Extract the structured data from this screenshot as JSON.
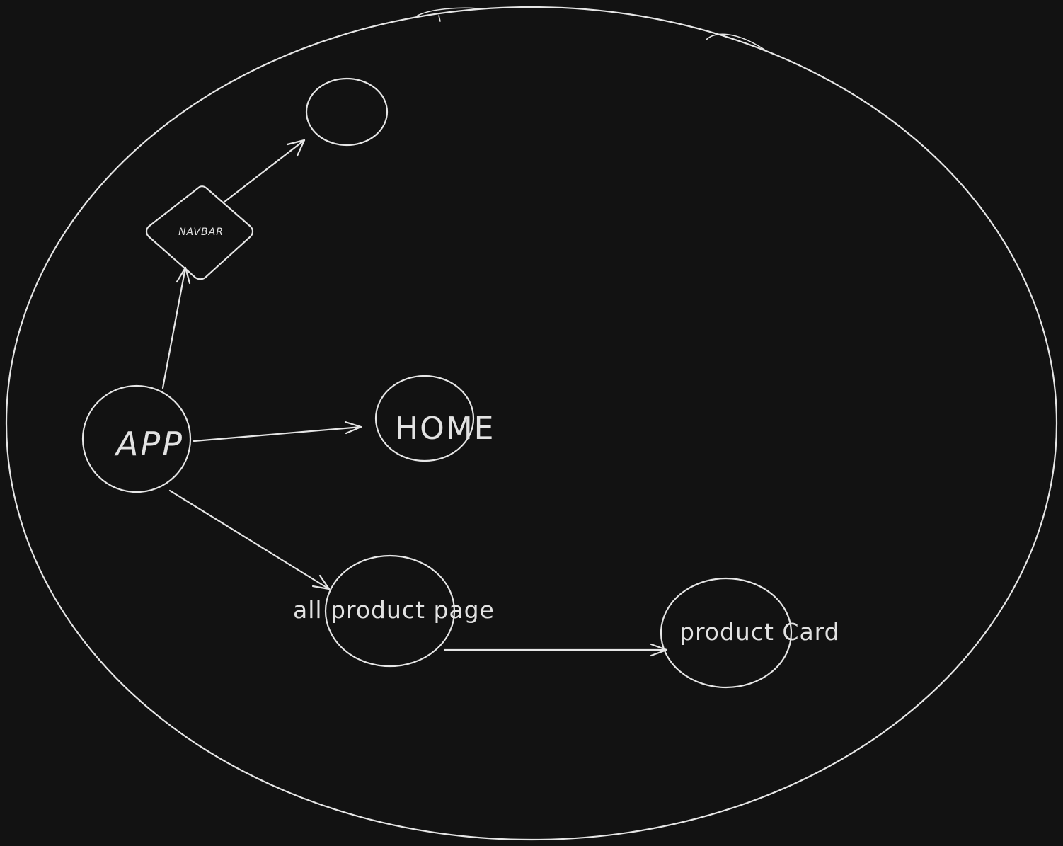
{
  "diagram": {
    "nodes": {
      "app": {
        "label": "APP"
      },
      "navbar": {
        "label": "NAVBAR"
      },
      "empty_circle": {
        "label": ""
      },
      "home": {
        "label": "HOME"
      },
      "all_product_page": {
        "label": "all product page"
      },
      "product_card": {
        "label": "product Card"
      }
    },
    "edges": [
      {
        "from": "app",
        "to": "navbar"
      },
      {
        "from": "navbar",
        "to": "empty_circle"
      },
      {
        "from": "app",
        "to": "home"
      },
      {
        "from": "app",
        "to": "all_product_page"
      },
      {
        "from": "all_product_page",
        "to": "product_card"
      }
    ]
  },
  "colors": {
    "background": "#121212",
    "stroke": "#e6e6e6",
    "text": "#e2e2e2"
  }
}
